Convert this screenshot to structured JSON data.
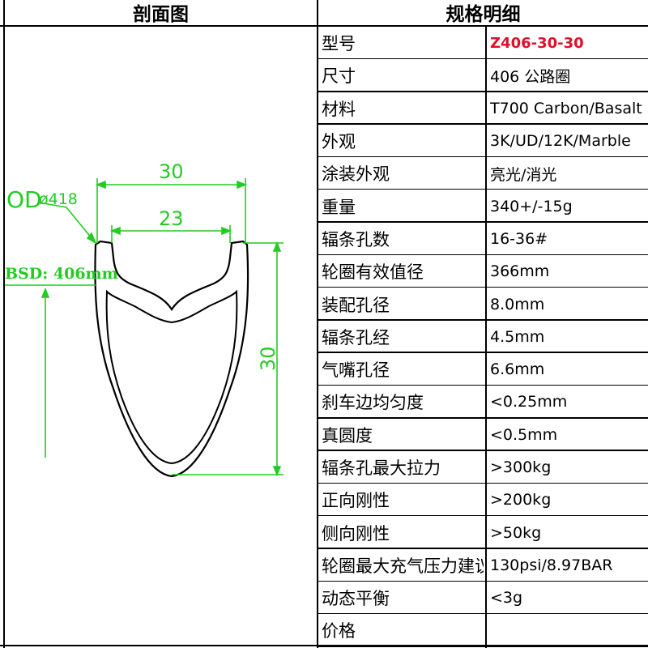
{
  "headers": {
    "cross_section": "剖面图",
    "specifications": "规格明细"
  },
  "drawing": {
    "od_label": "OD",
    "od_value": "ø418",
    "bsd_label": "BSD: 406mm",
    "outer_width": "30",
    "inner_width": "23",
    "depth": "30",
    "dimension_color": "#22cc22"
  },
  "specs": [
    {
      "label": "型号",
      "value": "Z406-30-30",
      "highlight": true
    },
    {
      "label": "尺寸",
      "value": "406 公路圈"
    },
    {
      "label": "材料",
      "value": "T700 Carbon/Basalt"
    },
    {
      "label": "外观",
      "value": "3K/UD/12K/Marble"
    },
    {
      "label": "涂装外观",
      "value": "亮光/消光"
    },
    {
      "label": "重量",
      "value": "340+/-15g"
    },
    {
      "label": "辐条孔数",
      "value": "16-36#"
    },
    {
      "label": "轮圈有效值径",
      "value": "366mm"
    },
    {
      "label": "装配孔径",
      "value": "8.0mm"
    },
    {
      "label": "辐条孔经",
      "value": "4.5mm"
    },
    {
      "label": "气嘴孔径",
      "value": "6.6mm"
    },
    {
      "label": "刹车边均匀度",
      "value": "<0.25mm"
    },
    {
      "label": "真圆度",
      "value": "<0.5mm"
    },
    {
      "label": "辐条孔最大拉力",
      "value": ">300kg"
    },
    {
      "label": "正向刚性",
      "value": ">200kg"
    },
    {
      "label": "侧向刚性",
      "value": ">50kg"
    },
    {
      "label": "轮圈最大充气压力建议",
      "value": "130psi/8.97BAR"
    },
    {
      "label": "动态平衡",
      "value": "<3g"
    },
    {
      "label": "价格",
      "value": ""
    }
  ]
}
